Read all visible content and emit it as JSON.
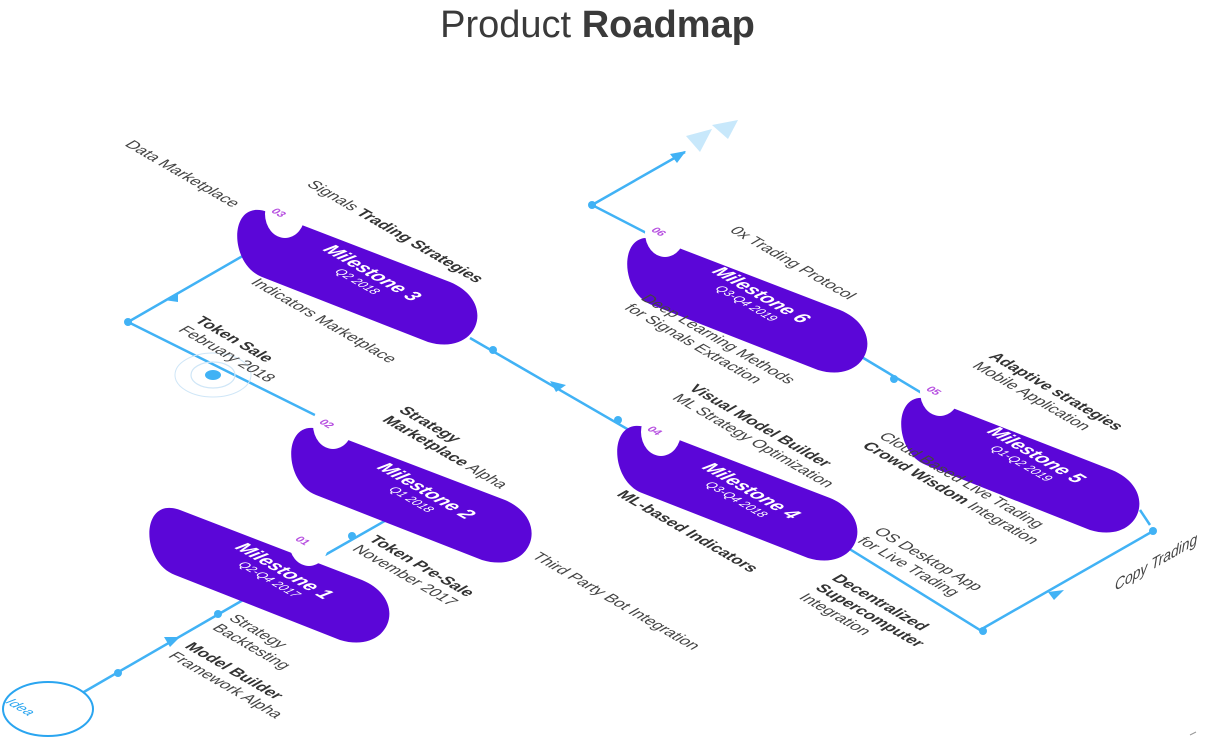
{
  "title": {
    "light": "Product",
    "bold": "Roadmap"
  },
  "start_label": "Idea",
  "end_label": "Copy Trading",
  "colors": {
    "milestone": "#5b06d8",
    "line": "#41b2f5",
    "number": "#b64fe0",
    "arrow_light": "#c8e8fb"
  },
  "milestones": [
    {
      "num": "01",
      "name": "Milestone 1",
      "date": "Q2-Q4 2017"
    },
    {
      "num": "02",
      "name": "Milestone 2",
      "date": "Q1 2018"
    },
    {
      "num": "03",
      "name": "Milestone 3",
      "date": "Q2 2018"
    },
    {
      "num": "04",
      "name": "Milestone 4",
      "date": "Q3-Q4 2018"
    },
    {
      "num": "05",
      "name": "Milestone 5",
      "date": "Q1-Q2 2019"
    },
    {
      "num": "06",
      "name": "Milestone 6",
      "date": "Q3-Q4 2019"
    }
  ],
  "labels": {
    "strategy_backtesting": [
      "Strategy",
      "Backtesting"
    ],
    "model_builder": {
      "bold": "Model Builder",
      "rest": "Framework Alpha"
    },
    "token_presale": {
      "bold": "Token Pre-Sale",
      "rest": "November 2017"
    },
    "strategy_marketplace": {
      "line1": "Strategy",
      "line2_bold": "Marketplace",
      "line2_rest": " Alpha"
    },
    "third_party": "Third Party Bot Integration",
    "token_sale": {
      "bold": "Token Sale",
      "rest": "February 2018"
    },
    "data_marketplace": "Data Marketplace",
    "signals": {
      "rest": "Signals ",
      "bold": "Trading Strategies"
    },
    "indicators": "Indicators Marketplace",
    "visual_model": {
      "bold": "Visual Model Builder",
      "rest": "ML Strategy Optimization"
    },
    "ml_indicators": "ML-based Indicators",
    "os_desktop": [
      "OS Desktop App",
      "for Live Trading"
    ],
    "supercomputer": {
      "bold1": "Decentralized",
      "bold2": "Supercomputer",
      "rest": "Integration"
    },
    "zerox": "0x Trading Protocol",
    "deep_learning": [
      "Deep Learning Methods",
      "for Signals Extraction"
    ],
    "adaptive": {
      "bold": "Adaptive strategies",
      "rest": "Mobile Application"
    },
    "cloud": {
      "rest1": "Cloud Based Live Trading",
      "bold": "Crowd Wisdom",
      "rest2": " Integration"
    }
  }
}
